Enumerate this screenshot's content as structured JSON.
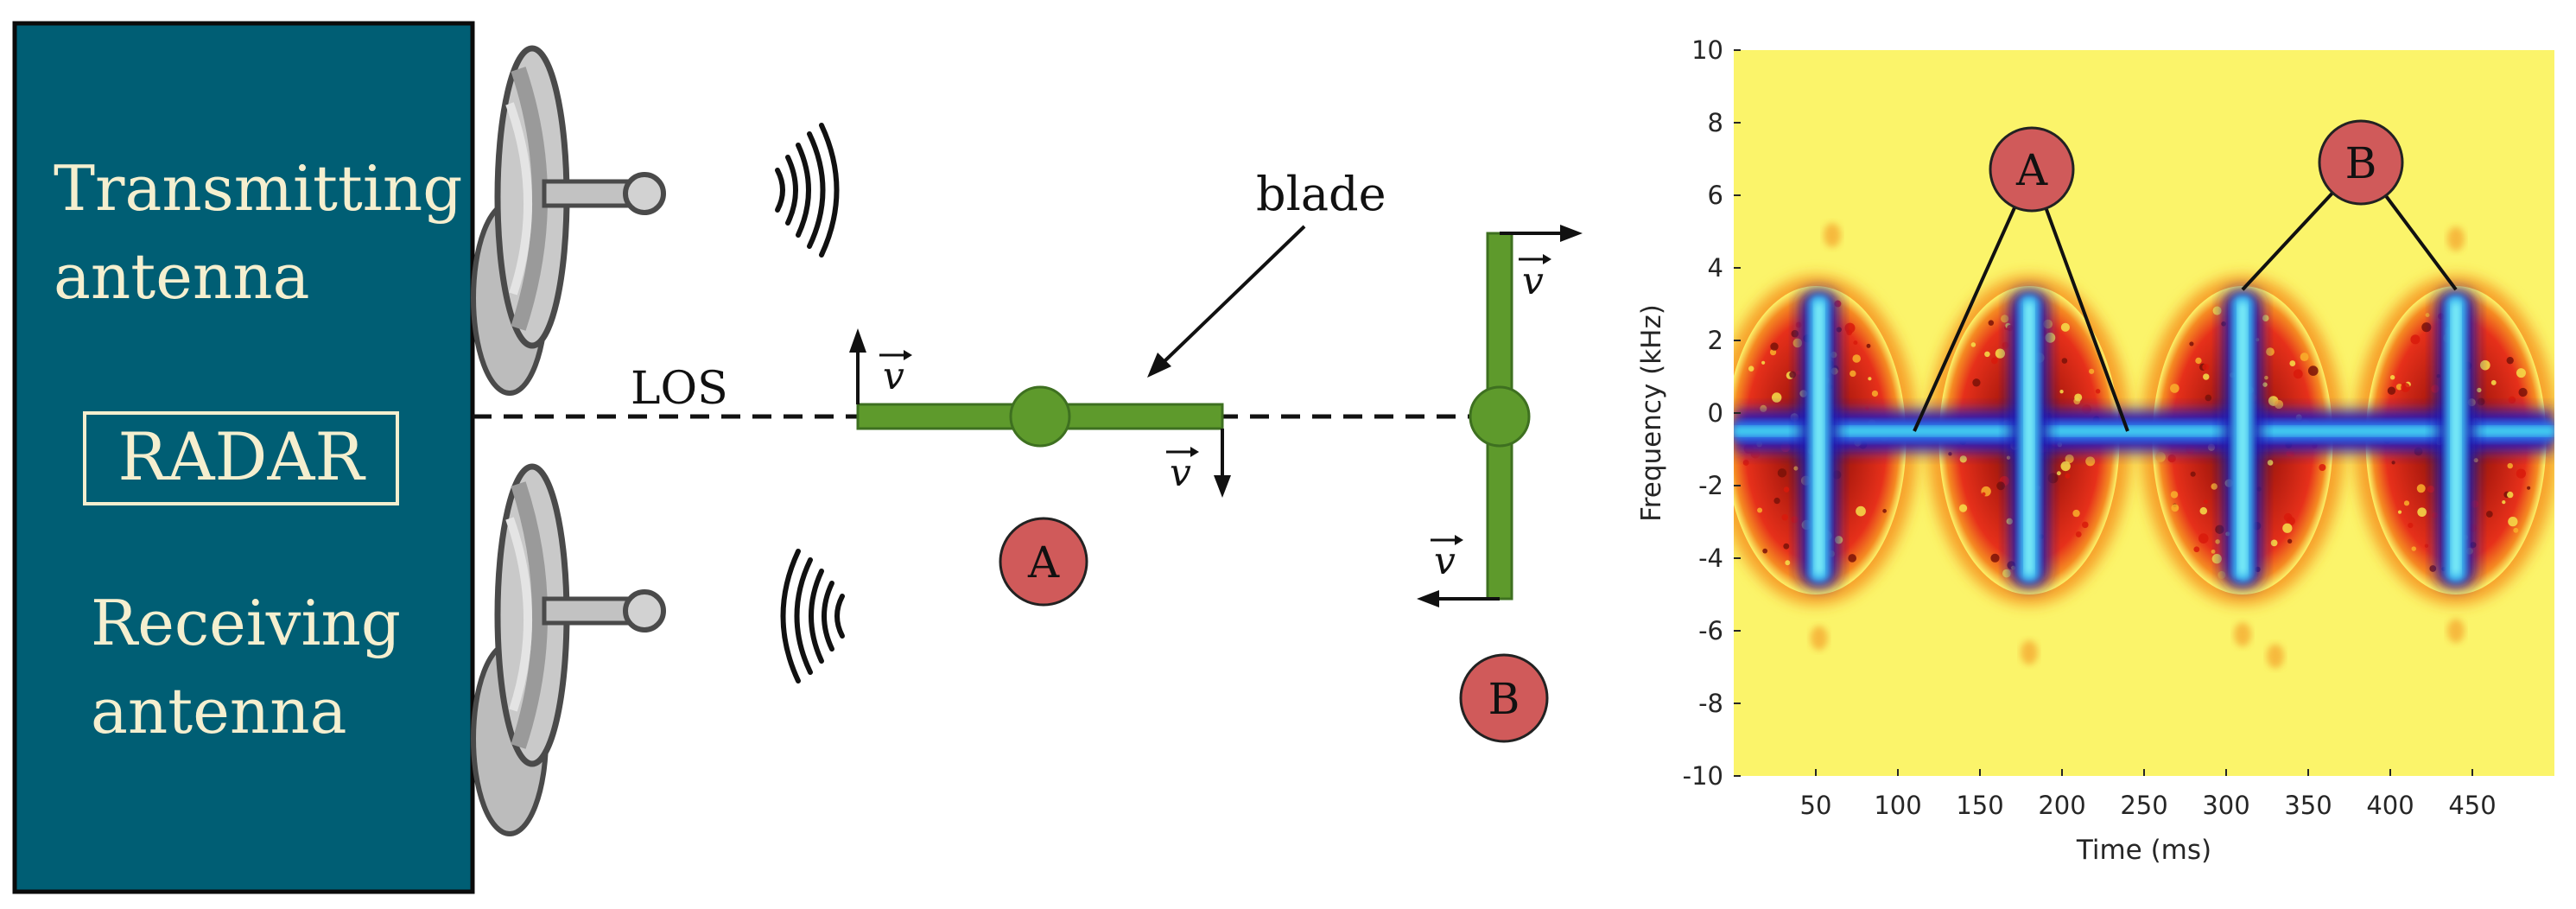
{
  "radar": {
    "transmit_label_1": "Transmitting",
    "transmit_label_2": "antenna",
    "box_label": "RADAR",
    "receive_label_1": "Receiving",
    "receive_label_2": "antenna",
    "panel_color": "#005e74",
    "text_color": "#f5efcf"
  },
  "diagram": {
    "los_label": "LOS",
    "blade_label": "blade",
    "velocity_symbol": "v",
    "marker_a": "A",
    "marker_b": "B",
    "blade_color": "#5e9a2c",
    "marker_color": "#d05a5a"
  },
  "chart_data": {
    "type": "heatmap",
    "title": "",
    "xlabel": "Time (ms)",
    "ylabel": "Frequency (kHz)",
    "xlim": [
      0,
      500
    ],
    "ylim": [
      -10,
      10
    ],
    "x_ticks": [
      50,
      100,
      150,
      200,
      250,
      300,
      350,
      400,
      450
    ],
    "y_ticks": [
      10,
      8,
      6,
      4,
      2,
      0,
      -2,
      -4,
      -6,
      -8,
      -10
    ],
    "colormap": "jet",
    "background_color": "#fbf46a",
    "flash_times_ms": [
      52,
      180,
      310,
      440
    ],
    "lobe_centers_ms": [
      50,
      180,
      310,
      440
    ],
    "lobe_half_width_ms": 55,
    "lobe_freq_range_khz": [
      -5,
      3.5
    ],
    "body_doppler_khz": -0.5,
    "annotations": [
      {
        "label": "A",
        "points_ms_khz": [
          [
            110,
            -0.5
          ],
          [
            240,
            -0.5
          ]
        ]
      },
      {
        "label": "B",
        "points_ms_khz": [
          [
            310,
            3.4
          ],
          [
            440,
            3.4
          ]
        ]
      }
    ]
  }
}
